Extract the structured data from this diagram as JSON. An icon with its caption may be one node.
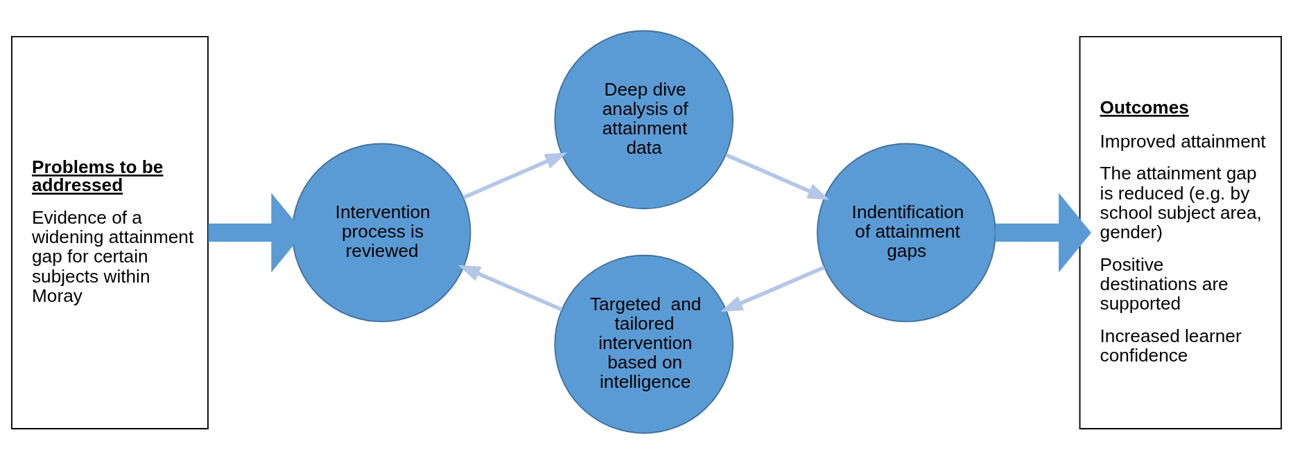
{
  "diagram": {
    "nodes": [
      {
        "text": [
          "Problems to be addressed",
          "Evidence of a widening attainment gap for certain subjects within Moray"
        ]
      },
      {
        "text": [
          "Intervention process is reviewed"
        ]
      },
      {
        "text": [
          "Deep dive analysis of attainment data"
        ]
      },
      {
        "text": [
          "Indentification of attainment gaps"
        ]
      },
      {
        "text": [
          "Targeted  and tailored intervention based on intelligence"
        ]
      },
      {
        "text": [
          "Outcomes",
          "Improved attainment",
          "The attainment gap is reduced (e.g. by school subject area, gender)",
          "Positive destinations are supported",
          "Increased learner confidence"
        ]
      }
    ],
    "edges": [
      {
        "from": 0,
        "to": 1,
        "arrow": "to",
        "style": "thick",
        "color": "#5b9bd5"
      },
      {
        "from": 1,
        "to": 2,
        "arrow": "to"
      },
      {
        "from": 2,
        "to": 3,
        "arrow": "to"
      },
      {
        "from": 3,
        "to": 4,
        "arrow": "to"
      },
      {
        "from": 4,
        "to": 1,
        "arrow": "to"
      },
      {
        "from": 3,
        "to": 5,
        "arrow": "to",
        "style": "thick",
        "color": "#5b9bd5"
      }
    ]
  }
}
